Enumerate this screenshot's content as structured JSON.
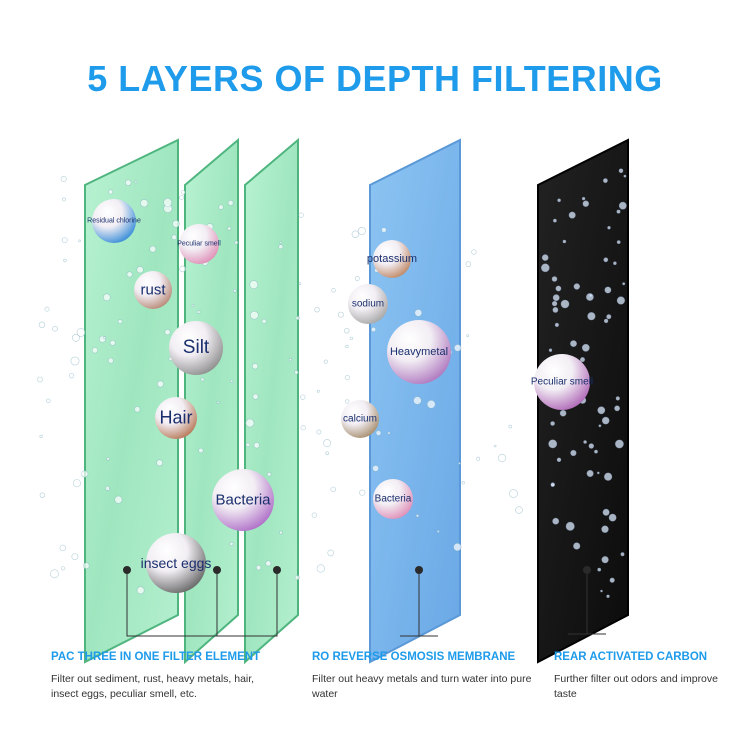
{
  "title": "5 LAYERS OF DEPTH FILTERING",
  "colors": {
    "title": "#1e9bea",
    "pac_panel": "#a8ecc6",
    "ro_panel": "#7ab6ec",
    "carbon_panel": "#161616",
    "label_text": "#1a2f6e"
  },
  "pac_bubbles": [
    {
      "label": "Residual chlorine",
      "color": "#3a8ed8"
    },
    {
      "label": "Peculiar smell",
      "color": "#e090b8"
    },
    {
      "label": "rust",
      "color": "#b88a78"
    },
    {
      "label": "Silt",
      "color": "#909090"
    },
    {
      "label": "Hair",
      "color": "#b87a5a"
    },
    {
      "label": "Bacteria",
      "color": "#b070c8"
    },
    {
      "label": "insect eggs",
      "color": "#6a6a6a"
    }
  ],
  "ro_bubbles": [
    {
      "label": "potassium",
      "color": "#c08a68"
    },
    {
      "label": "sodium",
      "color": "#a8a8a8"
    },
    {
      "label": "Heavymetal",
      "color": "#b07ac0"
    },
    {
      "label": "calcium",
      "color": "#a89070"
    },
    {
      "label": "Bacteria",
      "color": "#e090b8"
    }
  ],
  "carbon_bubbles": [
    {
      "label": "Peculiar smell",
      "color": "#b06ab8"
    }
  ],
  "sections": {
    "pac": {
      "heading": "PAC THREE IN ONE FILTER ELEMENT",
      "description": "Filter out sediment, rust, heavy metals, hair, insect eggs, peculiar smell, etc."
    },
    "ro": {
      "heading": "RO REVERSE OSMOSIS MEMBRANE",
      "description": "Filter out heavy metals and turn water into pure water"
    },
    "carbon": {
      "heading": "REAR ACTIVATED CARBON",
      "description": "Further filter out odors and improve taste"
    }
  }
}
